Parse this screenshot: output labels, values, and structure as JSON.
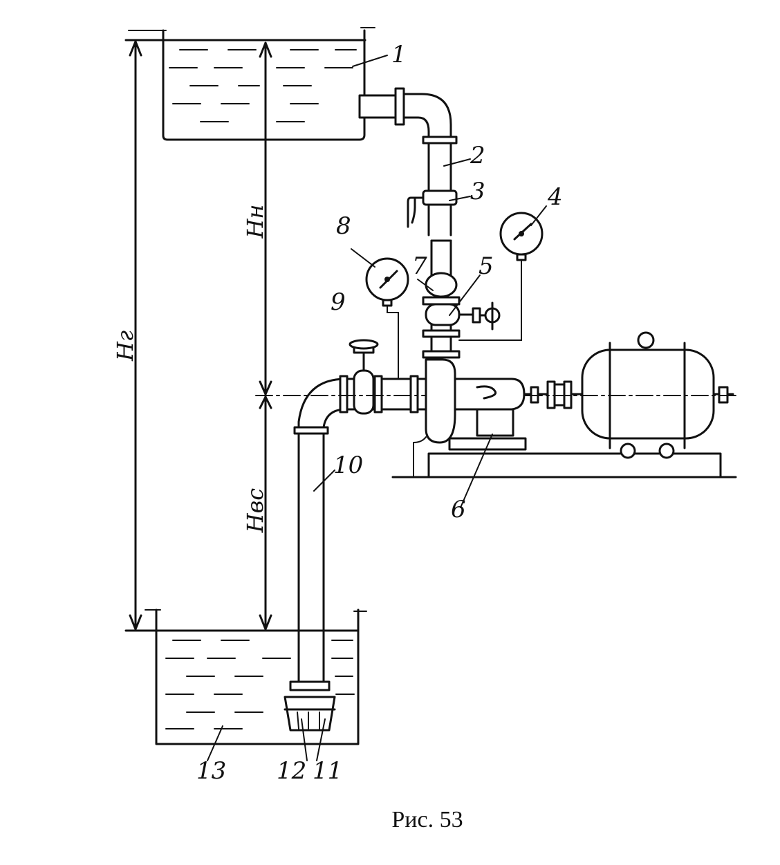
{
  "figure": {
    "caption": "Рис. 53",
    "dimensions": {
      "total_head": "Нг",
      "discharge_head": "Нн",
      "suction_head": "Нвс"
    },
    "callouts": [
      {
        "id": "c1",
        "label": "1"
      },
      {
        "id": "c2",
        "label": "2"
      },
      {
        "id": "c3",
        "label": "3"
      },
      {
        "id": "c4",
        "label": "4"
      },
      {
        "id": "c5",
        "label": "5"
      },
      {
        "id": "c6",
        "label": "6"
      },
      {
        "id": "c7",
        "label": "7"
      },
      {
        "id": "c8",
        "label": "8"
      },
      {
        "id": "c9",
        "label": "9"
      },
      {
        "id": "c10",
        "label": "10"
      },
      {
        "id": "c11",
        "label": "11"
      },
      {
        "id": "c12",
        "label": "12"
      },
      {
        "id": "c13",
        "label": "13"
      }
    ]
  }
}
